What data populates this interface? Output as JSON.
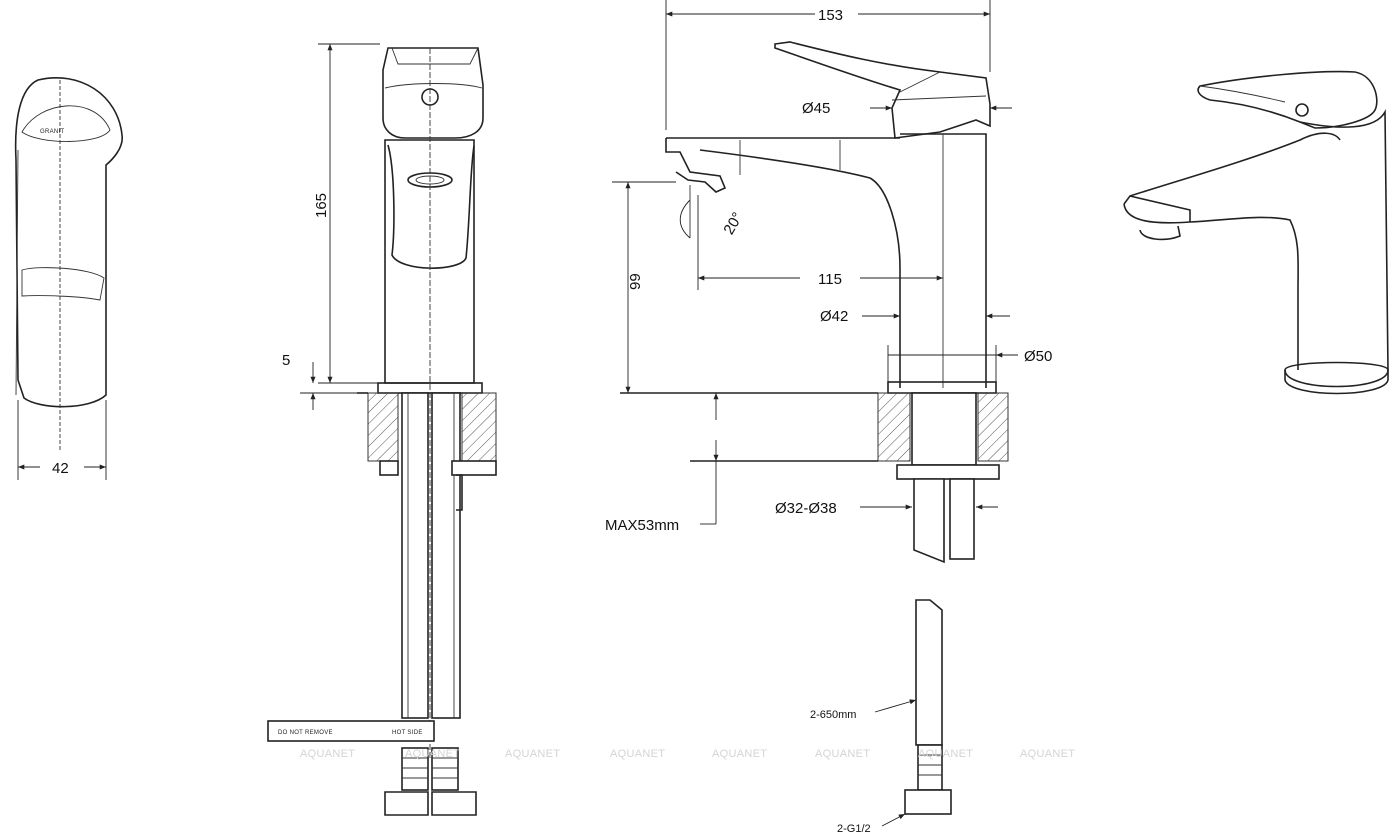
{
  "dimensions": {
    "width_top": "153",
    "handle_diameter": "Ø45",
    "spout_angle": "20°",
    "spout_reach": "115",
    "height_total": "165",
    "spout_height": "99",
    "body_diameter": "Ø42",
    "base_diameter": "Ø50",
    "base_offset": "5",
    "side_width": "42",
    "max_thickness": "MAX53mm",
    "hole_diameter": "Ø32-Ø38",
    "hose_length": "2-650mm",
    "thread": "2-G1/2"
  },
  "labels": {
    "logo_text": "GRANIT",
    "tag_left": "DO NOT REMOVE",
    "tag_right": "HOT SIDE"
  },
  "watermarks": [
    "AQUANET",
    "AQUANET",
    "AQUANET",
    "AQUANET",
    "AQUANET",
    "AQUANET",
    "AQUANET",
    "AQUANET"
  ]
}
